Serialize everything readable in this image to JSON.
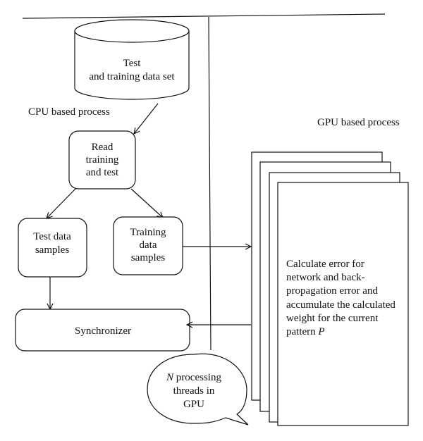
{
  "labels": {
    "cpu_process": "CPU based process",
    "gpu_process": "GPU based process"
  },
  "nodes": {
    "dataset": {
      "line1": "Test",
      "line2": "and training data set"
    },
    "read": {
      "line1": "Read",
      "line2": "training",
      "line3": "and test"
    },
    "test_samples": {
      "line1": "Test data",
      "line2": "samples"
    },
    "training_samples": {
      "line1": "Training",
      "line2": "data",
      "line3": "samples"
    },
    "synchronizer": {
      "label": "Synchronizer"
    },
    "gpu_task": {
      "line1": "Calculate error for",
      "line2": "network and back-",
      "line3": "propagation error and",
      "line4": "accumulate the calculated",
      "line5": "weight for the current",
      "line6": "pattern",
      "line6_var": "P"
    },
    "threads": {
      "line1_var": "N",
      "line1": " processing",
      "line2": "threads in",
      "line3": "GPU"
    }
  }
}
